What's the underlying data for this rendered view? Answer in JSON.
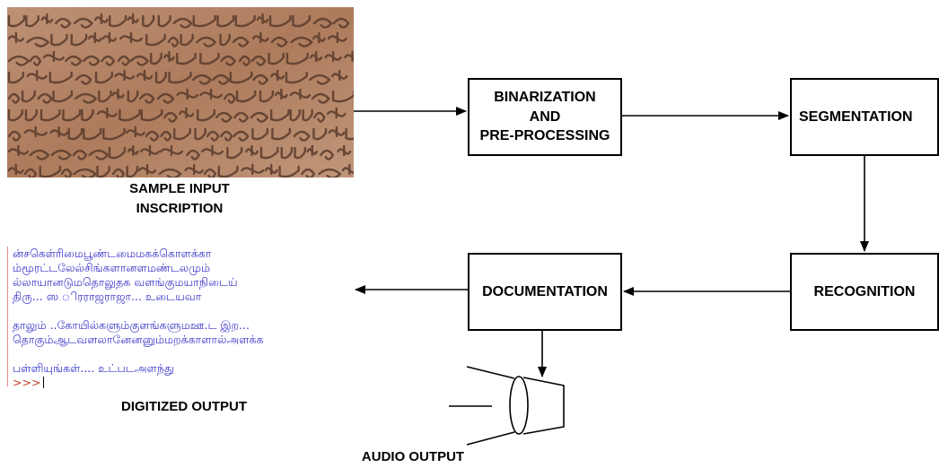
{
  "nodes": {
    "binarization": [
      "BINARIZATION",
      "AND",
      "PRE-PROCESSING"
    ],
    "segmentation": "SEGMENTATION",
    "recognition": "RECOGNITION",
    "documentation": "DOCUMENTATION"
  },
  "labels": {
    "sample_input": [
      "SAMPLE INPUT",
      "INSCRIPTION"
    ],
    "digitized_output": "DIGITIZED OUTPUT",
    "audio_output": "AUDIO OUTPUT"
  },
  "console": {
    "block1": [
      "ன்சகெள்ரிமைபூண்டமைமகக்கொளக்கா",
      "ம்மூரட்டலேல்சிங்களானளமண்டலமும்",
      "ல்லாயானடுமதொலுதக வளங்குமயாநிடைய்",
      "திரு... ஸ.ிரராஜராஜா... உடையவா"
    ],
    "block2": [
      "தாலும் ..கோயில்களும்குளங்களுமஊ.ட இற...",
      "தொகும்ஆடவளலானேனனும்மறக்காளால்அளக்க"
    ],
    "block3": [
      "பள்ளியுங்கள்.... உட்படஅளந்து"
    ],
    "prompt": ">>>"
  },
  "colors": {
    "stone_base": "#b07a58",
    "stone_dark": "#5a3b2c",
    "console_text": "#3a36c8",
    "prompt": "#c0392b"
  }
}
